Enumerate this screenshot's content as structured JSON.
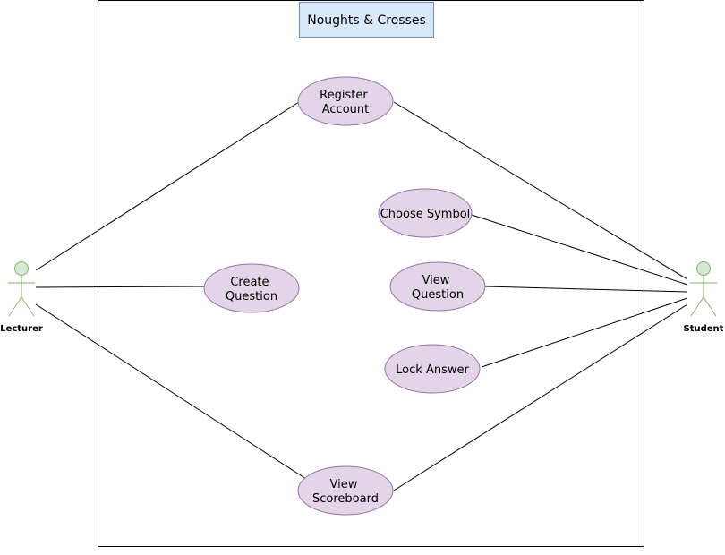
{
  "system": {
    "title": "Noughts & Crosses"
  },
  "actors": {
    "lecturer": "Lecturer",
    "student": "Student"
  },
  "use_cases": {
    "register_account": [
      "Register",
      "Account"
    ],
    "choose_symbol": [
      "Choose Symbol"
    ],
    "create_question": [
      "Create",
      "Question"
    ],
    "view_question": [
      "View",
      "Question"
    ],
    "lock_answer": [
      "Lock Answer"
    ],
    "view_scoreboard": [
      "View",
      "Scoreboard"
    ]
  },
  "colors": {
    "title_fill": "#dae8fc",
    "title_stroke": "#6c8ebf",
    "usecase_fill": "#e1d5e7",
    "usecase_stroke": "#9673a6",
    "actor_fill": "#d5e8d4",
    "actor_stroke": "#82b366",
    "line": "#000000"
  }
}
